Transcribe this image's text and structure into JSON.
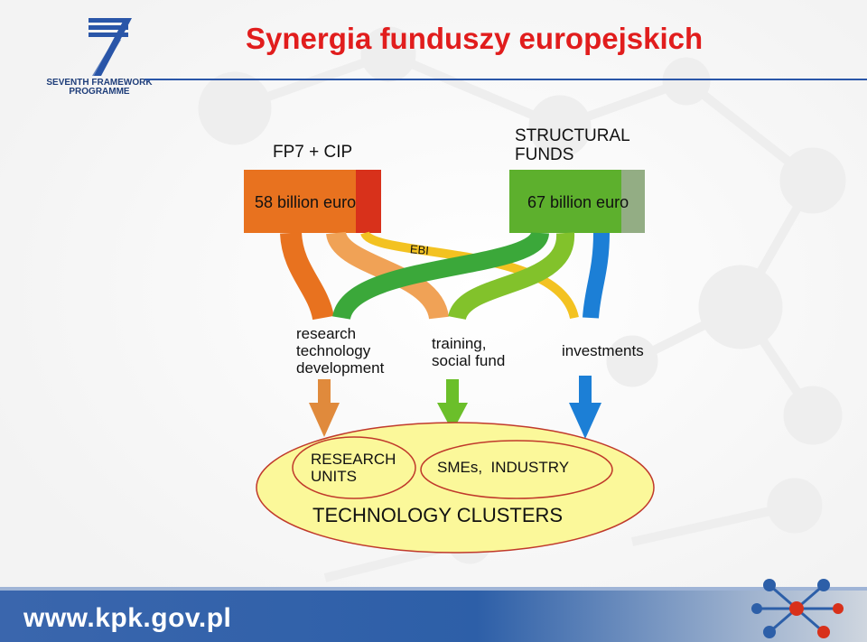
{
  "title": "Synergia funduszy europejskich",
  "logo": {
    "line1": "SEVENTH FRAMEWORK",
    "line2": "PROGRAMME",
    "brand_color": "#2a56a8"
  },
  "sources": {
    "fp7": {
      "heading": "FP7 + CIP",
      "amount": "58 billion euro",
      "color": "#e8721f",
      "accent": "#d8311b"
    },
    "structural": {
      "heading_line1": "STRUCTURAL",
      "heading_line2": "FUNDS",
      "amount": "67 billion euro",
      "color": "#5db02d",
      "accent": "#93ad84"
    }
  },
  "ebi_label": "EBI",
  "targets": {
    "rtd": {
      "line1": "research",
      "line2": "technology",
      "line3": "development",
      "arrow_color": "#e08a3c"
    },
    "training": {
      "line1": "training,",
      "line2": "social fund",
      "arrow_color": "#6bbf2a"
    },
    "investments": {
      "line1": "investments",
      "arrow_color": "#1c7fd6"
    }
  },
  "clusters": {
    "outer": "TECHNOLOGY CLUSTERS",
    "inner_left_line1": "RESEARCH",
    "inner_left_line2": "UNITS",
    "inner_right": "SMEs,  INDUSTRY",
    "fill": "#fbf89a"
  },
  "footer": {
    "url": "www.kpk.gov.pl",
    "bar_color": "#2d5fa8"
  }
}
